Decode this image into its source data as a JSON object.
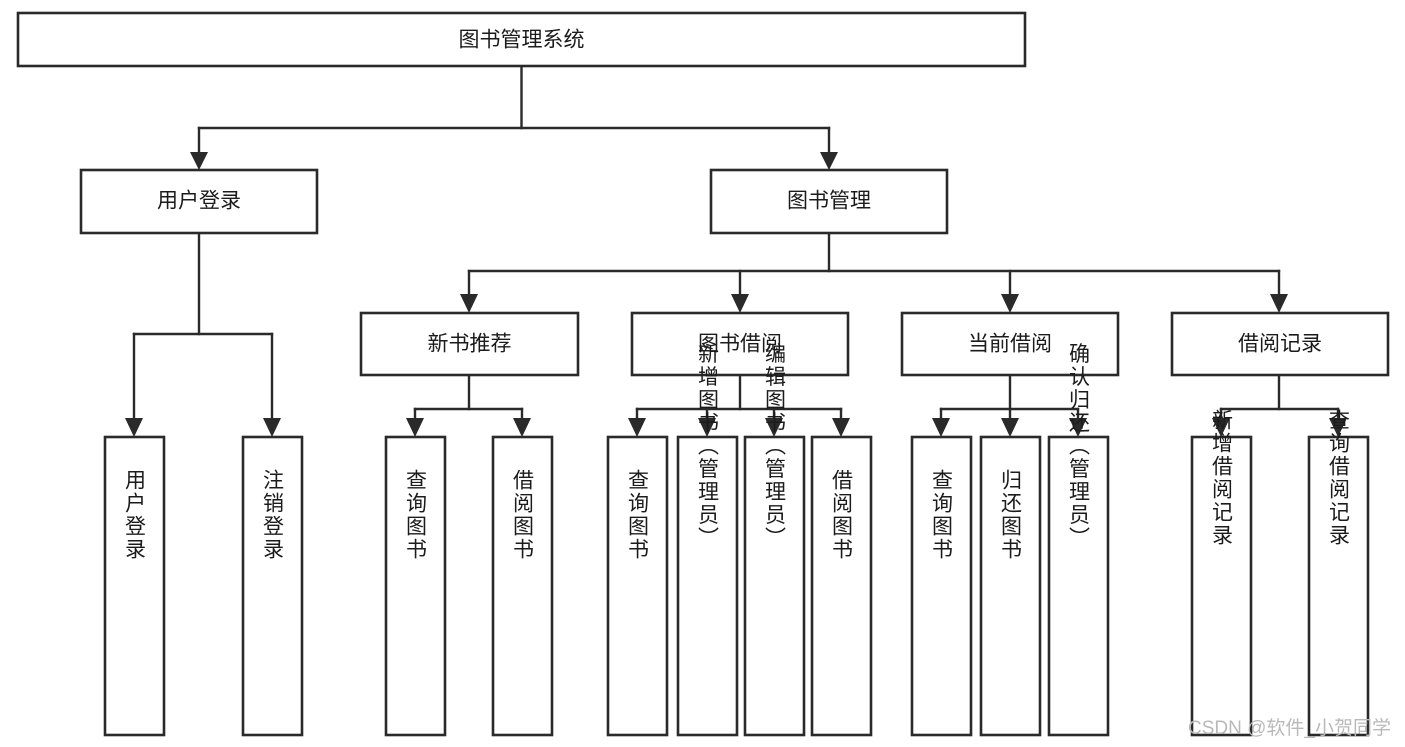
{
  "diagram": {
    "type": "tree",
    "title": "图书管理系统",
    "root": {
      "label": "图书管理系统",
      "level": 0
    },
    "nodes": {
      "root": "图书管理系统",
      "user_login": "用户登录",
      "book_manage": "图书管理",
      "new_book_recommend": "新书推荐",
      "book_borrow": "图书借阅",
      "current_borrow": "当前借阅",
      "borrow_record": "借阅记录",
      "leaf_user_login": "用户登录",
      "leaf_logout_login": "注销登录",
      "leaf_query_book_1": "查询图书",
      "leaf_borrow_book_1": "借阅图书",
      "leaf_query_book_2": "查询图书",
      "leaf_add_book_admin": "新增图书（管理员）",
      "leaf_edit_book_admin": "编辑图书（管理员）",
      "leaf_borrow_book_2": "借阅图书",
      "leaf_query_book_3": "查询图书",
      "leaf_return_book": "归还图书",
      "leaf_confirm_return_admin": "确认归还（管理员）",
      "leaf_add_borrow_record": "新增借阅记录",
      "leaf_query_borrow_record": "查询借阅记录"
    },
    "tree": [
      {
        "label": "图书管理系统",
        "children": [
          {
            "label": "用户登录",
            "children": [
              {
                "label": "用户登录",
                "children": []
              },
              {
                "label": "注销登录",
                "children": []
              }
            ]
          },
          {
            "label": "图书管理",
            "children": [
              {
                "label": "新书推荐",
                "children": [
                  {
                    "label": "查询图书",
                    "children": []
                  },
                  {
                    "label": "借阅图书",
                    "children": []
                  }
                ]
              },
              {
                "label": "图书借阅",
                "children": [
                  {
                    "label": "查询图书",
                    "children": []
                  },
                  {
                    "label": "新增图书（管理员）",
                    "children": []
                  },
                  {
                    "label": "编辑图书（管理员）",
                    "children": []
                  },
                  {
                    "label": "借阅图书",
                    "children": []
                  }
                ]
              },
              {
                "label": "当前借阅",
                "children": [
                  {
                    "label": "查询图书",
                    "children": []
                  },
                  {
                    "label": "归还图书",
                    "children": []
                  },
                  {
                    "label": "确认归还（管理员）",
                    "children": []
                  }
                ]
              },
              {
                "label": "借阅记录",
                "children": [
                  {
                    "label": "新增借阅记录",
                    "children": []
                  },
                  {
                    "label": "查询借阅记录",
                    "children": []
                  }
                ]
              }
            ]
          }
        ]
      }
    ],
    "colors": {
      "box_fill": "#ffffff",
      "box_stroke": "#2a2a2a",
      "connector": "#2a2a2a",
      "text": "#1b1b1b",
      "background": "#ffffff",
      "watermark": "#b9b9b9"
    }
  },
  "watermark": {
    "text": "CSDN @软件_小贺同学"
  }
}
